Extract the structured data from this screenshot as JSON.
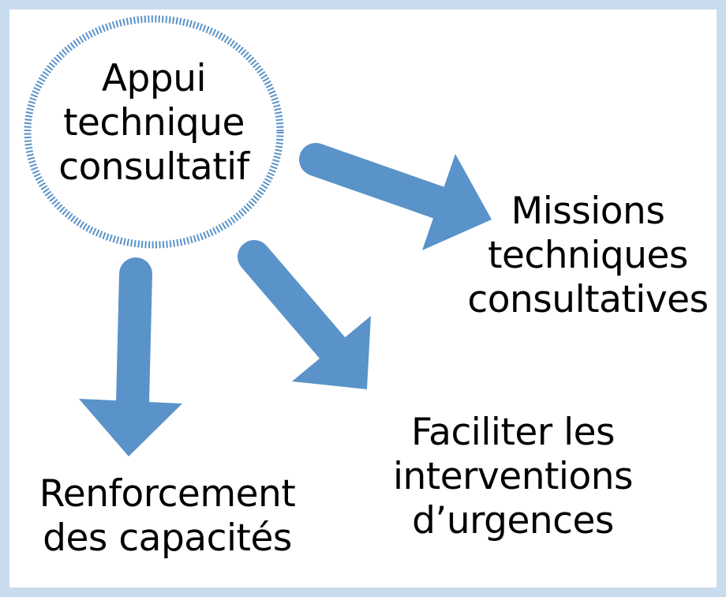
{
  "colors": {
    "arrow": "#5a93c9",
    "frame": "#c9dcee",
    "circle": "#5a93c9"
  },
  "center": {
    "lines": [
      "Appui",
      "technique",
      "consultatif"
    ]
  },
  "missions": {
    "lines": [
      "Missions",
      "techniques",
      "consultatives"
    ]
  },
  "faciliter": {
    "lines": [
      "Faciliter les",
      "interventions",
      "d’urgences"
    ]
  },
  "renforcement": {
    "lines": [
      "Renforcement",
      "des capacités"
    ]
  }
}
